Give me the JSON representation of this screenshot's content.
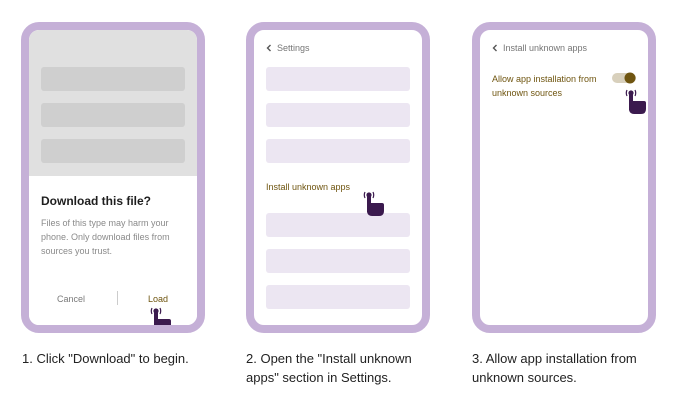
{
  "step1": {
    "dialog_title": "Download this file?",
    "dialog_body": "Files of this type may harm your phone. Only download files from sources you trust.",
    "cancel_label": "Cancel",
    "load_label": "Load"
  },
  "step2": {
    "header": "Settings",
    "highlight_item": "Install unknown apps"
  },
  "step3": {
    "header": "Install unknown apps",
    "toggle_label": "Allow app installation from unknown sources",
    "toggle_on": true
  },
  "captions": [
    "1.  Click \"Download\" to begin.",
    "2.  Open the \"Install unknown apps\" section in Settings.",
    "3.  Allow app installation from unknown sources."
  ],
  "colors": {
    "frame": "#c5b0d7",
    "accent_text": "#6f5510",
    "hand": "#3b1a4e",
    "placeholder": "#ece6f2"
  }
}
